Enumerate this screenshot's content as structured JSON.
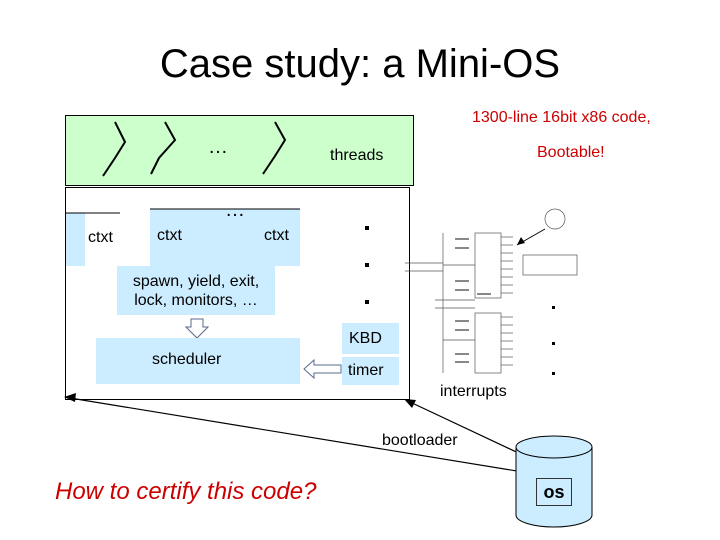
{
  "slide": {
    "title": "Case study: a Mini-OS",
    "note_line1": "1300-line 16bit x86 code,",
    "note_line2": "Bootable!",
    "threads_label": "threads",
    "threads_ellipsis": "…",
    "ctxt_ellipsis": "…",
    "ctxt_labels": [
      "ctxt",
      "ctxt",
      "ctxt"
    ],
    "syscalls_line1": "spawn, yield, exit,",
    "syscalls_line2": "lock, monitors, …",
    "scheduler_label": "scheduler",
    "kbd_label": "KBD",
    "timer_label": "timer",
    "interrupts_label": "interrupts",
    "bootloader_label": "bootloader",
    "question": "How to certify this code?",
    "disk_label": "os",
    "colors": {
      "threads_fill": "#ccffcc",
      "component_fill": "#ccecff",
      "note_text": "#cc0000",
      "question_text": "#cc0000"
    }
  }
}
